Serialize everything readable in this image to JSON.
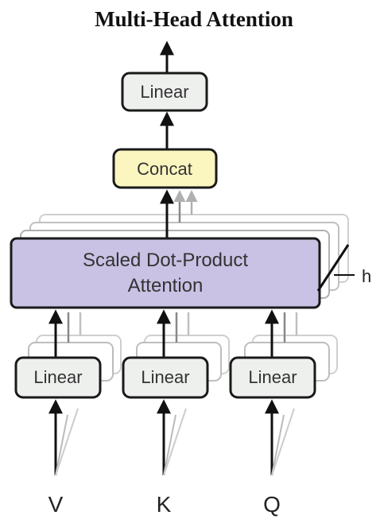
{
  "title": "Multi-Head Attention",
  "top_linear": {
    "label": "Linear",
    "fill": "#eef0ee"
  },
  "concat": {
    "label": "Concat",
    "fill": "#fbf6c0"
  },
  "attention": {
    "line1": "Scaled Dot-Product",
    "line2": "Attention",
    "fill": "#c9c2e4"
  },
  "heads_label": "h",
  "input_linears": [
    {
      "label": "Linear",
      "input": "V"
    },
    {
      "label": "Linear",
      "input": "K"
    },
    {
      "label": "Linear",
      "input": "Q"
    }
  ],
  "colors": {
    "box_border": "#1a1a1a",
    "shadow_border": "#c8c8c8",
    "arrow": "#111111",
    "shadow_arrow": "#b0b0b0"
  }
}
